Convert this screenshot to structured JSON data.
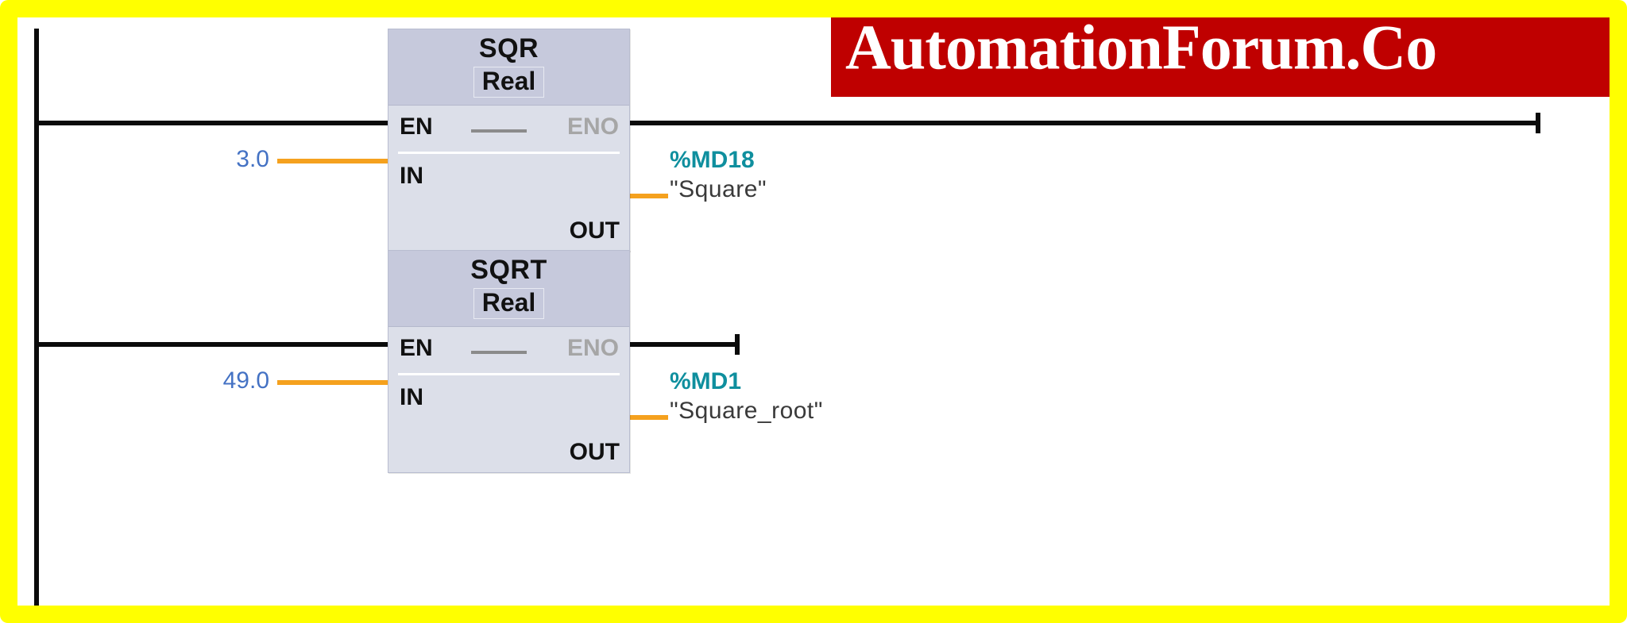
{
  "diagram": {
    "kind": "plc-ladder-logic",
    "frame_color": "#ffff00",
    "rail_color": "#0b0b0b",
    "signal_wire_color": "#f5a11e",
    "rungs": [
      {
        "id": "rung-1",
        "block": {
          "name": "SQR",
          "data_type": "Real",
          "pins": {
            "en": "EN",
            "eno": "ENO",
            "in": "IN",
            "out": "OUT"
          },
          "input_value": "3.0",
          "output": {
            "address": "%MD18",
            "tag": "\"Square\""
          }
        }
      },
      {
        "id": "rung-2",
        "block": {
          "name": "SQRT",
          "data_type": "Real",
          "pins": {
            "en": "EN",
            "eno": "ENO",
            "in": "IN",
            "out": "OUT"
          },
          "input_value": "49.0",
          "output": {
            "address": "%MD1",
            "tag": "\"Square_root\""
          }
        }
      }
    ]
  },
  "watermark": {
    "text": "AutomationForum.Co",
    "background_color": "#bf0000",
    "text_color": "#ffffff"
  }
}
